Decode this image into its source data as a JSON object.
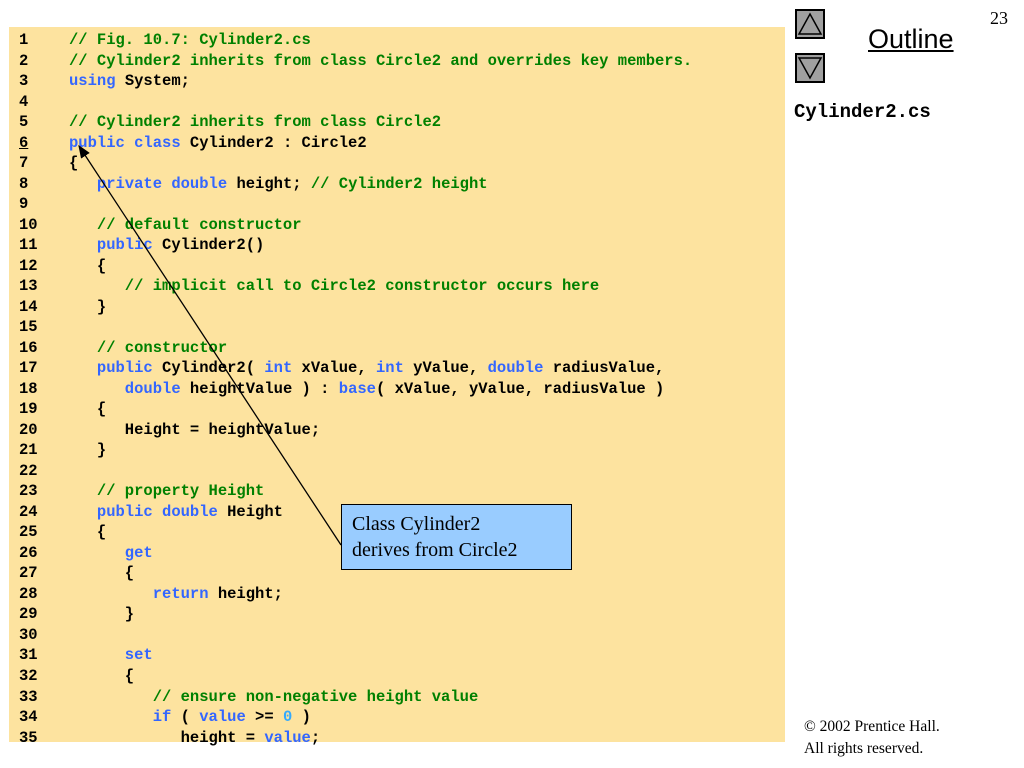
{
  "slide_number": "23",
  "outline_label": "Outline",
  "filename": "Cylinder2.cs",
  "callout": {
    "line1": "Class Cylinder2",
    "line2": "derives from Circle2"
  },
  "copyright": {
    "line1": "© 2002 Prentice Hall.",
    "line2": "All rights reserved."
  },
  "colors": {
    "panel": "#fde39f",
    "comment": "#008000",
    "keyword": "#3366ff",
    "number": "#33aaff",
    "callout": "#99ccff"
  },
  "code_lines": [
    {
      "n": "1",
      "t": [
        {
          "c": "cm",
          "s": "// Fig. 10.7: Cylinder2.cs"
        }
      ]
    },
    {
      "n": "2",
      "t": [
        {
          "c": "cm",
          "s": "// Cylinder2 inherits from class Circle2 and overrides key members."
        }
      ]
    },
    {
      "n": "3",
      "t": [
        {
          "c": "kw",
          "s": "using"
        },
        {
          "c": "tx",
          "s": " System;"
        }
      ]
    },
    {
      "n": "4",
      "t": []
    },
    {
      "n": "5",
      "t": [
        {
          "c": "cm",
          "s": "// Cylinder2 inherits from class Circle2"
        }
      ]
    },
    {
      "n": "6",
      "u": true,
      "t": [
        {
          "c": "kw",
          "s": "public class"
        },
        {
          "c": "tx",
          "s": " Cylinder2 : Circle2"
        }
      ]
    },
    {
      "n": "7",
      "t": [
        {
          "c": "tx",
          "s": "{"
        }
      ]
    },
    {
      "n": "8",
      "t": [
        {
          "c": "kw",
          "s": "   private double"
        },
        {
          "c": "tx",
          "s": " height; "
        },
        {
          "c": "cm",
          "s": "// Cylinder2 height"
        }
      ]
    },
    {
      "n": "9",
      "t": []
    },
    {
      "n": "10",
      "t": [
        {
          "c": "cm",
          "s": "   // default constructor"
        }
      ]
    },
    {
      "n": "11",
      "t": [
        {
          "c": "kw",
          "s": "   public"
        },
        {
          "c": "tx",
          "s": " Cylinder2()"
        }
      ]
    },
    {
      "n": "12",
      "t": [
        {
          "c": "tx",
          "s": "   {"
        }
      ]
    },
    {
      "n": "13",
      "t": [
        {
          "c": "cm",
          "s": "      // implicit call to Circle2 constructor occurs here"
        }
      ]
    },
    {
      "n": "14",
      "t": [
        {
          "c": "tx",
          "s": "   }"
        }
      ]
    },
    {
      "n": "15",
      "t": []
    },
    {
      "n": "16",
      "t": [
        {
          "c": "cm",
          "s": "   // constructor"
        }
      ]
    },
    {
      "n": "17",
      "t": [
        {
          "c": "kw",
          "s": "   public"
        },
        {
          "c": "tx",
          "s": " Cylinder2( "
        },
        {
          "c": "kw",
          "s": "int"
        },
        {
          "c": "tx",
          "s": " xValue, "
        },
        {
          "c": "kw",
          "s": "int"
        },
        {
          "c": "tx",
          "s": " yValue, "
        },
        {
          "c": "kw",
          "s": "double"
        },
        {
          "c": "tx",
          "s": " radiusValue,"
        }
      ]
    },
    {
      "n": "18",
      "t": [
        {
          "c": "kw",
          "s": "      double"
        },
        {
          "c": "tx",
          "s": " heightValue ) : "
        },
        {
          "c": "kw",
          "s": "base"
        },
        {
          "c": "tx",
          "s": "( xValue, yValue, radiusValue )"
        }
      ]
    },
    {
      "n": "19",
      "t": [
        {
          "c": "tx",
          "s": "   {"
        }
      ]
    },
    {
      "n": "20",
      "t": [
        {
          "c": "tx",
          "s": "      Height = heightValue;"
        }
      ]
    },
    {
      "n": "21",
      "t": [
        {
          "c": "tx",
          "s": "   }"
        }
      ]
    },
    {
      "n": "22",
      "t": []
    },
    {
      "n": "23",
      "t": [
        {
          "c": "cm",
          "s": "   // property Height"
        }
      ]
    },
    {
      "n": "24",
      "t": [
        {
          "c": "kw",
          "s": "   public double"
        },
        {
          "c": "tx",
          "s": " Height"
        }
      ]
    },
    {
      "n": "25",
      "t": [
        {
          "c": "tx",
          "s": "   {"
        }
      ]
    },
    {
      "n": "26",
      "t": [
        {
          "c": "kw",
          "s": "      get"
        }
      ]
    },
    {
      "n": "27",
      "t": [
        {
          "c": "tx",
          "s": "      {"
        }
      ]
    },
    {
      "n": "28",
      "t": [
        {
          "c": "kw",
          "s": "         return"
        },
        {
          "c": "tx",
          "s": " height;"
        }
      ]
    },
    {
      "n": "29",
      "t": [
        {
          "c": "tx",
          "s": "      }"
        }
      ]
    },
    {
      "n": "30",
      "t": []
    },
    {
      "n": "31",
      "t": [
        {
          "c": "kw",
          "s": "      set"
        }
      ]
    },
    {
      "n": "32",
      "t": [
        {
          "c": "tx",
          "s": "      {"
        }
      ]
    },
    {
      "n": "33",
      "t": [
        {
          "c": "cm",
          "s": "         // ensure non-negative height value"
        }
      ]
    },
    {
      "n": "34",
      "t": [
        {
          "c": "kw",
          "s": "         if"
        },
        {
          "c": "tx",
          "s": " ( "
        },
        {
          "c": "kw",
          "s": "value"
        },
        {
          "c": "tx",
          "s": " >= "
        },
        {
          "c": "num",
          "s": "0"
        },
        {
          "c": "tx",
          "s": " )"
        }
      ]
    },
    {
      "n": "35",
      "t": [
        {
          "c": "tx",
          "s": "            height = "
        },
        {
          "c": "kw",
          "s": "value"
        },
        {
          "c": "tx",
          "s": ";"
        }
      ]
    }
  ]
}
